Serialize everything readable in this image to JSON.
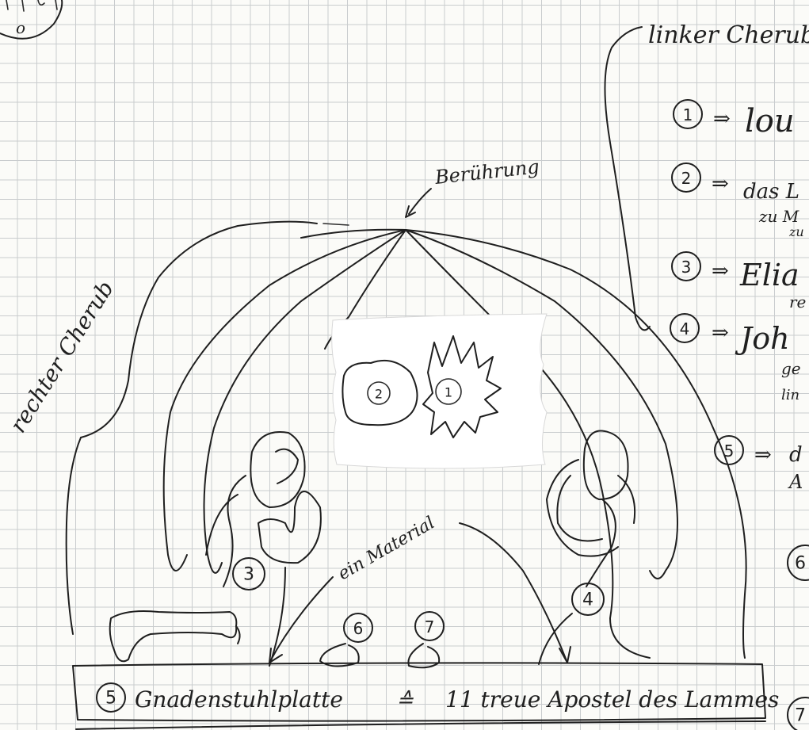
{
  "labels": {
    "linker_cherub": "linker Cherub",
    "rechter_cherub": "rechter Cherub",
    "beruehrung": "Berührung",
    "ein_material": "ein Material",
    "gnadenstuhlplatte": "Gnadenstuhlplatte",
    "equals": "≙",
    "apostel": "11 treue Apostel des Lammes"
  },
  "markers": {
    "m1": "1",
    "m2": "2",
    "m3": "3",
    "m4": "4",
    "m5": "5",
    "m6": "6",
    "m7": "7"
  },
  "legend": [
    {
      "number": "1",
      "arrow": "⇒",
      "text": "lou"
    },
    {
      "number": "2",
      "arrow": "⇒",
      "text": "das L",
      "sub1": "zu M",
      "sub2": "zu"
    },
    {
      "number": "3",
      "arrow": "⇒",
      "text": "Elia",
      "sub1": "re"
    },
    {
      "number": "4",
      "arrow": "⇒",
      "text": "Joh",
      "sub1": "ge",
      "sub2": "lin"
    },
    {
      "number": "5",
      "arrow": "⇒",
      "text": "d",
      "sub1": "A"
    },
    {
      "number": "6",
      "arrow": "",
      "text": ""
    },
    {
      "number": "7",
      "arrow": "",
      "text": ""
    }
  ],
  "corner": {
    "text": "o"
  },
  "colors": {
    "ink": "#1f1f1f",
    "grid": "#c9ccce",
    "paper": "#fbfbf8"
  }
}
